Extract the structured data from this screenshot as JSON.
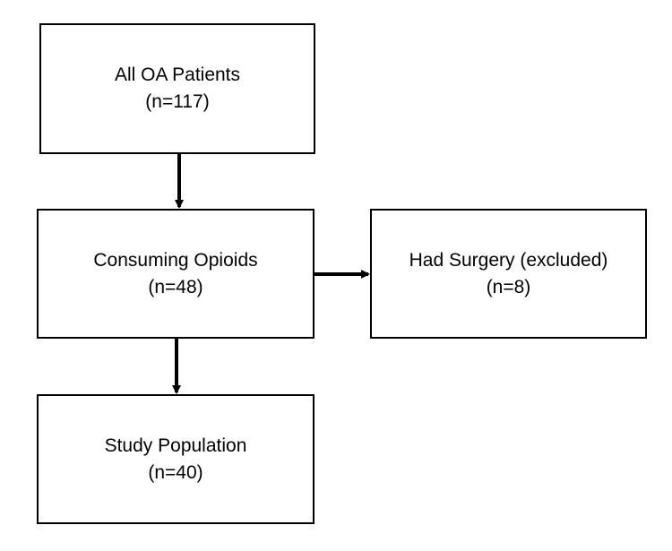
{
  "boxes": {
    "all_patients": {
      "label": "All OA Patients",
      "count": "(n=117)"
    },
    "consuming_opioids": {
      "label": "Consuming Opioids",
      "count": "(n=48)"
    },
    "had_surgery": {
      "label": "Had Surgery (excluded)",
      "count": "(n=8)"
    },
    "study_population": {
      "label": "Study Population",
      "count": "(n=40)"
    }
  },
  "colors": {
    "stroke": "#000000",
    "fill": "#ffffff"
  }
}
